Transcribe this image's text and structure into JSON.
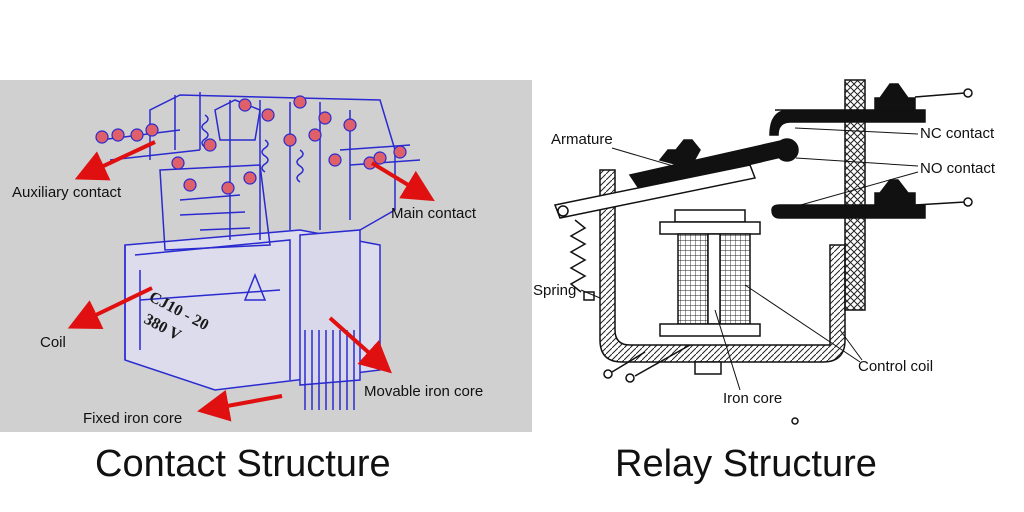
{
  "contactor": {
    "labels": {
      "auxiliary_contact": "Auxiliary contact",
      "main_contact": "Main contact",
      "coil": "Coil",
      "movable_iron_core": "Movable iron core",
      "fixed_iron_core": "Fixed iron core"
    },
    "nameplate": {
      "model": "CJ10 - 20",
      "voltage": "380  V"
    },
    "caption": "Contact Structure"
  },
  "relay": {
    "labels": {
      "armature": "Armature",
      "nc_contact": "NC contact",
      "no_contact": "NO contact",
      "spring": "Spring",
      "control_coil": "Control coil",
      "iron_core": "Iron core"
    },
    "caption": "Relay Structure"
  },
  "colors": {
    "panel_bg": "#d0d0d0",
    "line_drawing": "#2a2ad0",
    "screw_fill": "#e0606a",
    "arrow": "#e01010",
    "relay_ink": "#111111"
  }
}
